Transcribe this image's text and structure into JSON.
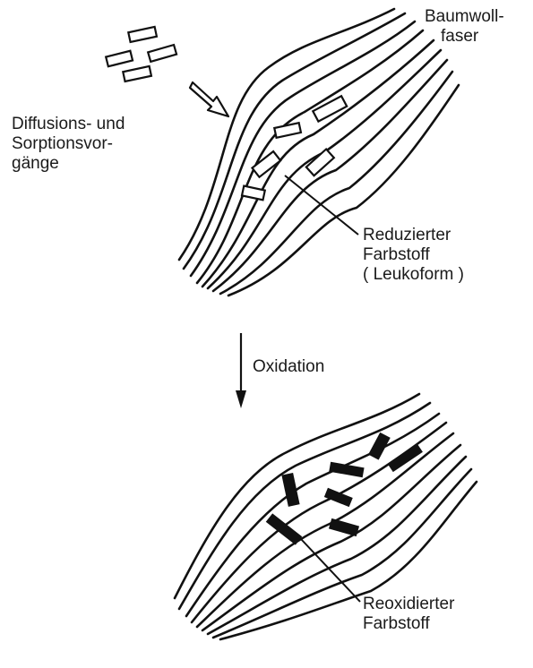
{
  "labels": {
    "fiber": [
      "Baumwoll-",
      "faser"
    ],
    "diffusion": [
      "Diffusions- und",
      "Sorptionsvor-",
      "gänge"
    ],
    "reduced_dye": [
      "Reduzierter",
      "Farbstoff",
      "( Leukoform )"
    ],
    "oxidation": "Oxidation",
    "reoxidized_dye": [
      "Reoxidierter",
      "Farbstoff"
    ]
  }
}
